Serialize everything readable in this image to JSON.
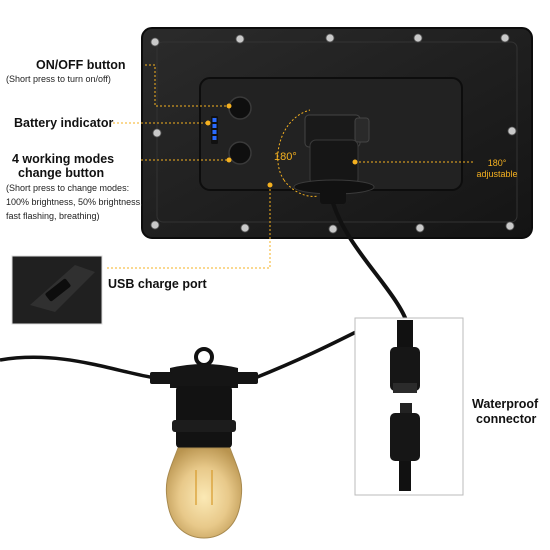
{
  "labels": {
    "on_off_title": "ON/OFF button",
    "on_off_sub": "(Short press to turn on/off)",
    "battery_title": "Battery indicator",
    "modes_title_1": "4 working modes",
    "modes_title_2": "change button",
    "modes_sub_1": "(Short press to change modes:",
    "modes_sub_2": "100% brightness, 50% brightness,",
    "modes_sub_3": "fast flashing, breathing)",
    "usb_title": "USB charge port",
    "waterproof_1": "Waterproof",
    "waterproof_2": "connector",
    "angle_main": "180°",
    "angle_side_1": "180°",
    "angle_side_2": "adjustable"
  },
  "colors": {
    "accent": "#f5b120",
    "panel": "#1c1c1c",
    "battery_led": "#2a6bff"
  },
  "icons": [
    "power-button-icon",
    "mode-button-icon",
    "battery-indicator-icon",
    "usb-port-icon",
    "light-bulb-icon",
    "waterproof-connector-icon"
  ]
}
